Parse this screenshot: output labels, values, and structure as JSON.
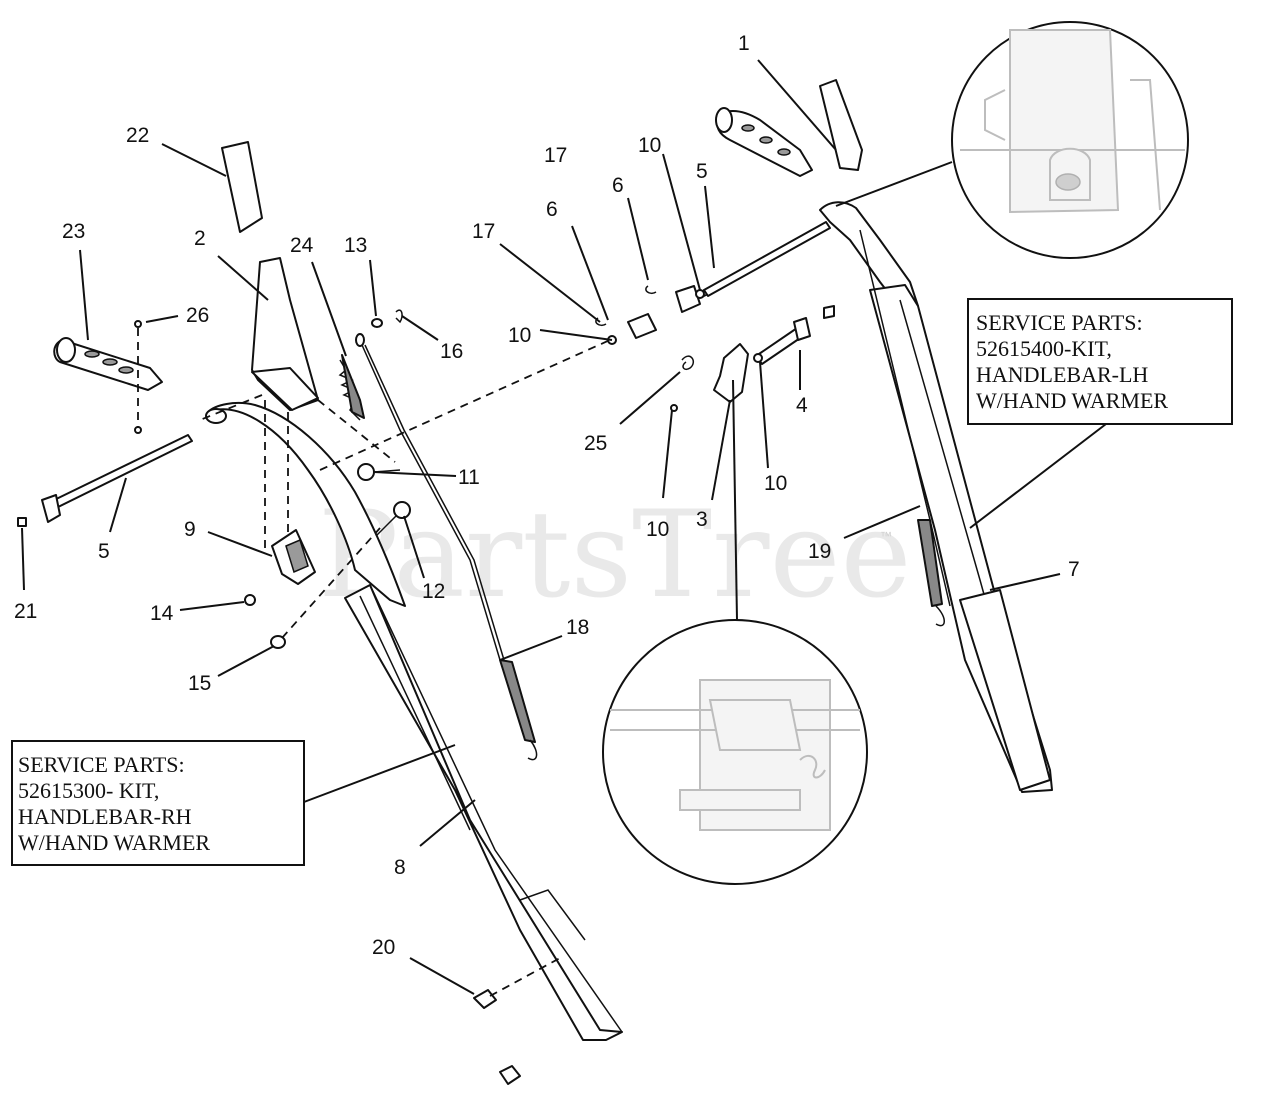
{
  "watermark": {
    "text": "PartsTree",
    "trademark": "™"
  },
  "service_boxes": [
    {
      "lines": [
        "SERVICE PARTS:",
        "52615400-KIT,",
        "HANDLEBAR-LH",
        "W/HAND WARMER"
      ]
    },
    {
      "lines": [
        "SERVICE PARTS:",
        "52615300- KIT,",
        "HANDLEBAR-RH",
        "W/HAND WARMER"
      ]
    }
  ],
  "callouts": [
    "1",
    "2",
    "3",
    "4",
    "5",
    "5",
    "6",
    "6",
    "7",
    "8",
    "9",
    "10",
    "10",
    "10",
    "10",
    "10",
    "11",
    "12",
    "13",
    "14",
    "15",
    "16",
    "17",
    "17",
    "18",
    "19",
    "20",
    "21",
    "22",
    "23",
    "24",
    "25",
    "26"
  ]
}
